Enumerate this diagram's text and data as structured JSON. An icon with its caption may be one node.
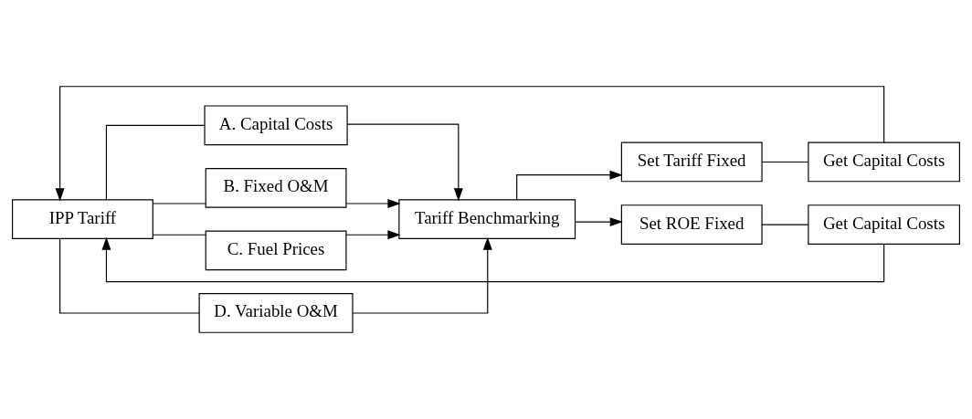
{
  "diagram": {
    "nodes": [
      {
        "text": [
          "IPP Tariff"
        ]
      },
      {
        "text": [
          "A. Capital Costs"
        ]
      },
      {
        "text": [
          "B. Fixed O&M"
        ]
      },
      {
        "text": [
          "C. Fuel Prices"
        ]
      },
      {
        "text": [
          "D. Variable O&M"
        ]
      },
      {
        "text": [
          "Tariff Benchmarking"
        ]
      },
      {
        "text": [
          "Set Tariff Fixed"
        ]
      },
      {
        "text": [
          "Get Capital Costs"
        ]
      },
      {
        "text": [
          "Set ROE Fixed"
        ]
      },
      {
        "text": [
          "Get Capital Costs"
        ]
      }
    ],
    "edges": [
      {
        "from": 0,
        "to": 1,
        "arrow": "none"
      },
      {
        "from": 0,
        "to": 2,
        "arrow": "none"
      },
      {
        "from": 0,
        "to": 3,
        "arrow": "none"
      },
      {
        "from": 0,
        "to": 4,
        "arrow": "none"
      },
      {
        "from": 1,
        "to": 5,
        "arrow": "to"
      },
      {
        "from": 2,
        "to": 5,
        "arrow": "to"
      },
      {
        "from": 3,
        "to": 5,
        "arrow": "to"
      },
      {
        "from": 4,
        "to": 5,
        "arrow": "to"
      },
      {
        "from": 5,
        "to": 6,
        "arrow": "to"
      },
      {
        "from": 5,
        "to": 8,
        "arrow": "to"
      },
      {
        "from": 6,
        "to": 7,
        "arrow": "none"
      },
      {
        "from": 8,
        "to": 9,
        "arrow": "none"
      },
      {
        "from": 7,
        "to": 0,
        "arrow": "to"
      },
      {
        "from": 9,
        "to": 0,
        "arrow": "to"
      }
    ]
  }
}
